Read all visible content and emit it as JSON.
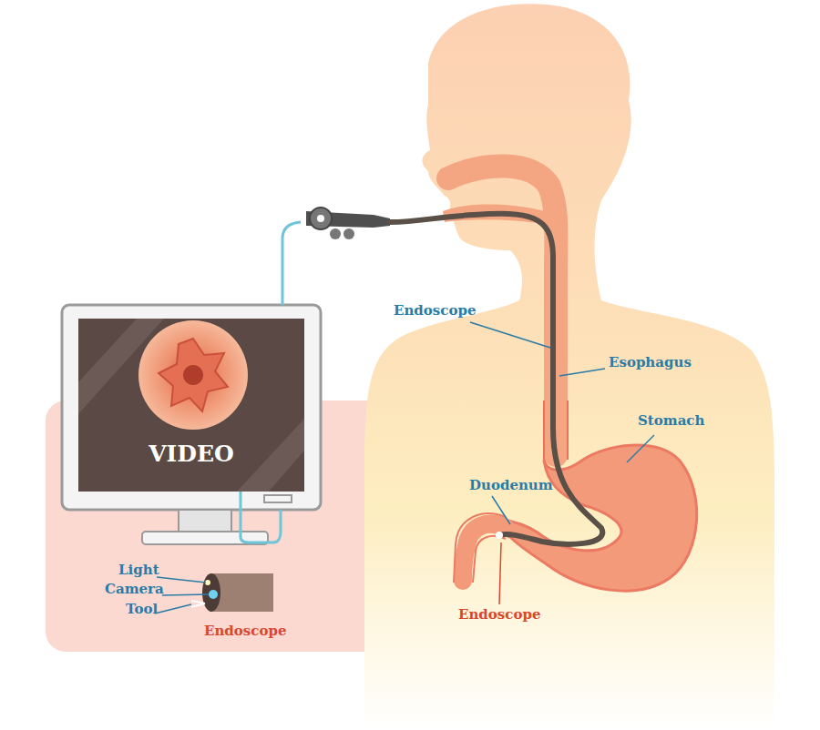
{
  "diagram": {
    "nodes": [
      {
        "text": [
          "VIDEO"
        ]
      }
    ],
    "labels": [
      "Endoscope",
      "Esophagus",
      "Stomach",
      "Duodenum",
      "Endoscope",
      "Light",
      "Camera",
      "Tool",
      "Endoscope"
    ]
  }
}
